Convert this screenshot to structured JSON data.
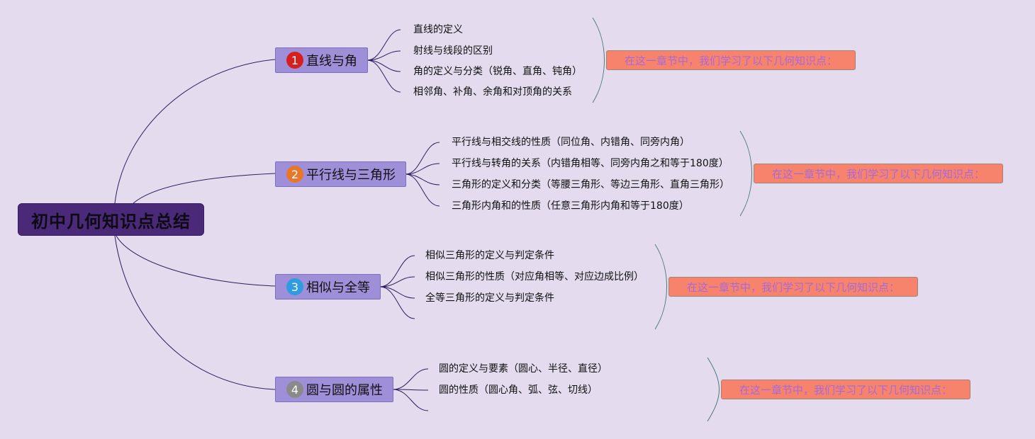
{
  "root": {
    "label": "初中几何知识点总结"
  },
  "colors": {
    "background": "#e4dbee",
    "root_fill": "#4a2a78",
    "topic_fill": "#9e8fd8",
    "summary_fill": "#f7836d",
    "summary_text": "#a66ad8",
    "connector": "#2e1e5c",
    "bracket": "#4f7a7a"
  },
  "topics": [
    {
      "number": "1",
      "badge_color": "#d62020",
      "label": "直线与角",
      "items": [
        "直线的定义",
        "射线与线段的区别",
        "角的定义与分类（锐角、直角、钝角）",
        "相邻角、补角、余角和对顶角的关系"
      ],
      "summary": "在这一章节中，我们学习了以下几何知识点："
    },
    {
      "number": "2",
      "badge_color": "#e8772a",
      "label": "平行线与三角形",
      "items": [
        "平行线与相交线的性质（同位角、内错角、同旁内角）",
        "平行线与转角的关系（内错角相等、同旁内角之和等于180度）",
        "三角形的定义和分类（等腰三角形、等边三角形、直角三角形）",
        "三角形内角和的性质（任意三角形内角和等于180度）"
      ],
      "summary": "在这一章节中，我们学习了以下几何知识点："
    },
    {
      "number": "3",
      "badge_color": "#2f9be0",
      "label": "相似与全等",
      "items": [
        "相似三角形的定义与判定条件",
        "相似三角形的性质（对应角相等、对应边成比例）",
        "全等三角形的定义与判定条件",
        ""
      ],
      "summary": "在这一章节中，我们学习了以下几何知识点："
    },
    {
      "number": "4",
      "badge_color": "#8a8a8a",
      "label": "圆与圆的属性",
      "items": [
        "圆的定义与要素（圆心、半径、直径）",
        "圆的性质（圆心角、弧、弦、切线）",
        ""
      ],
      "summary": "在这一章节中，我们学习了以下几何知识点："
    }
  ]
}
